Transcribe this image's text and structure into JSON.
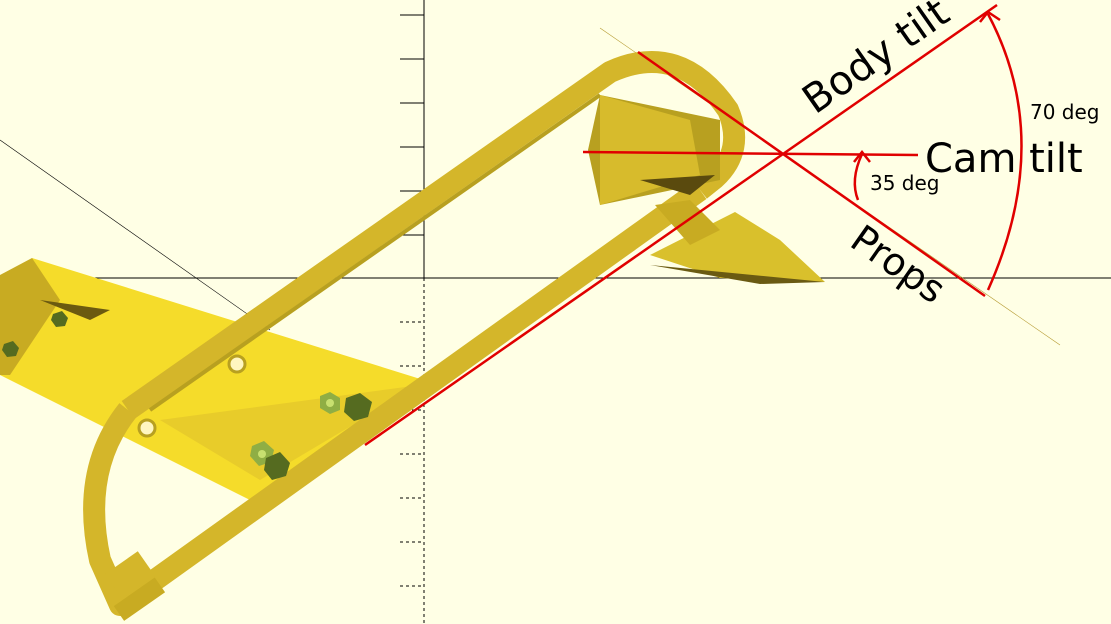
{
  "colors": {
    "background": "#ffffe5",
    "part_main": "#d4b62a",
    "part_light": "#f5dc2a",
    "part_shade": "#a8901c",
    "nut": "#8fae44",
    "annotation": "#e00000",
    "axis": "#000000"
  },
  "labels": {
    "body_tilt": "Body tilt",
    "cam_tilt": "Cam tilt",
    "props": "Props",
    "angle_cam": "35 deg",
    "angle_body": "70 deg"
  }
}
